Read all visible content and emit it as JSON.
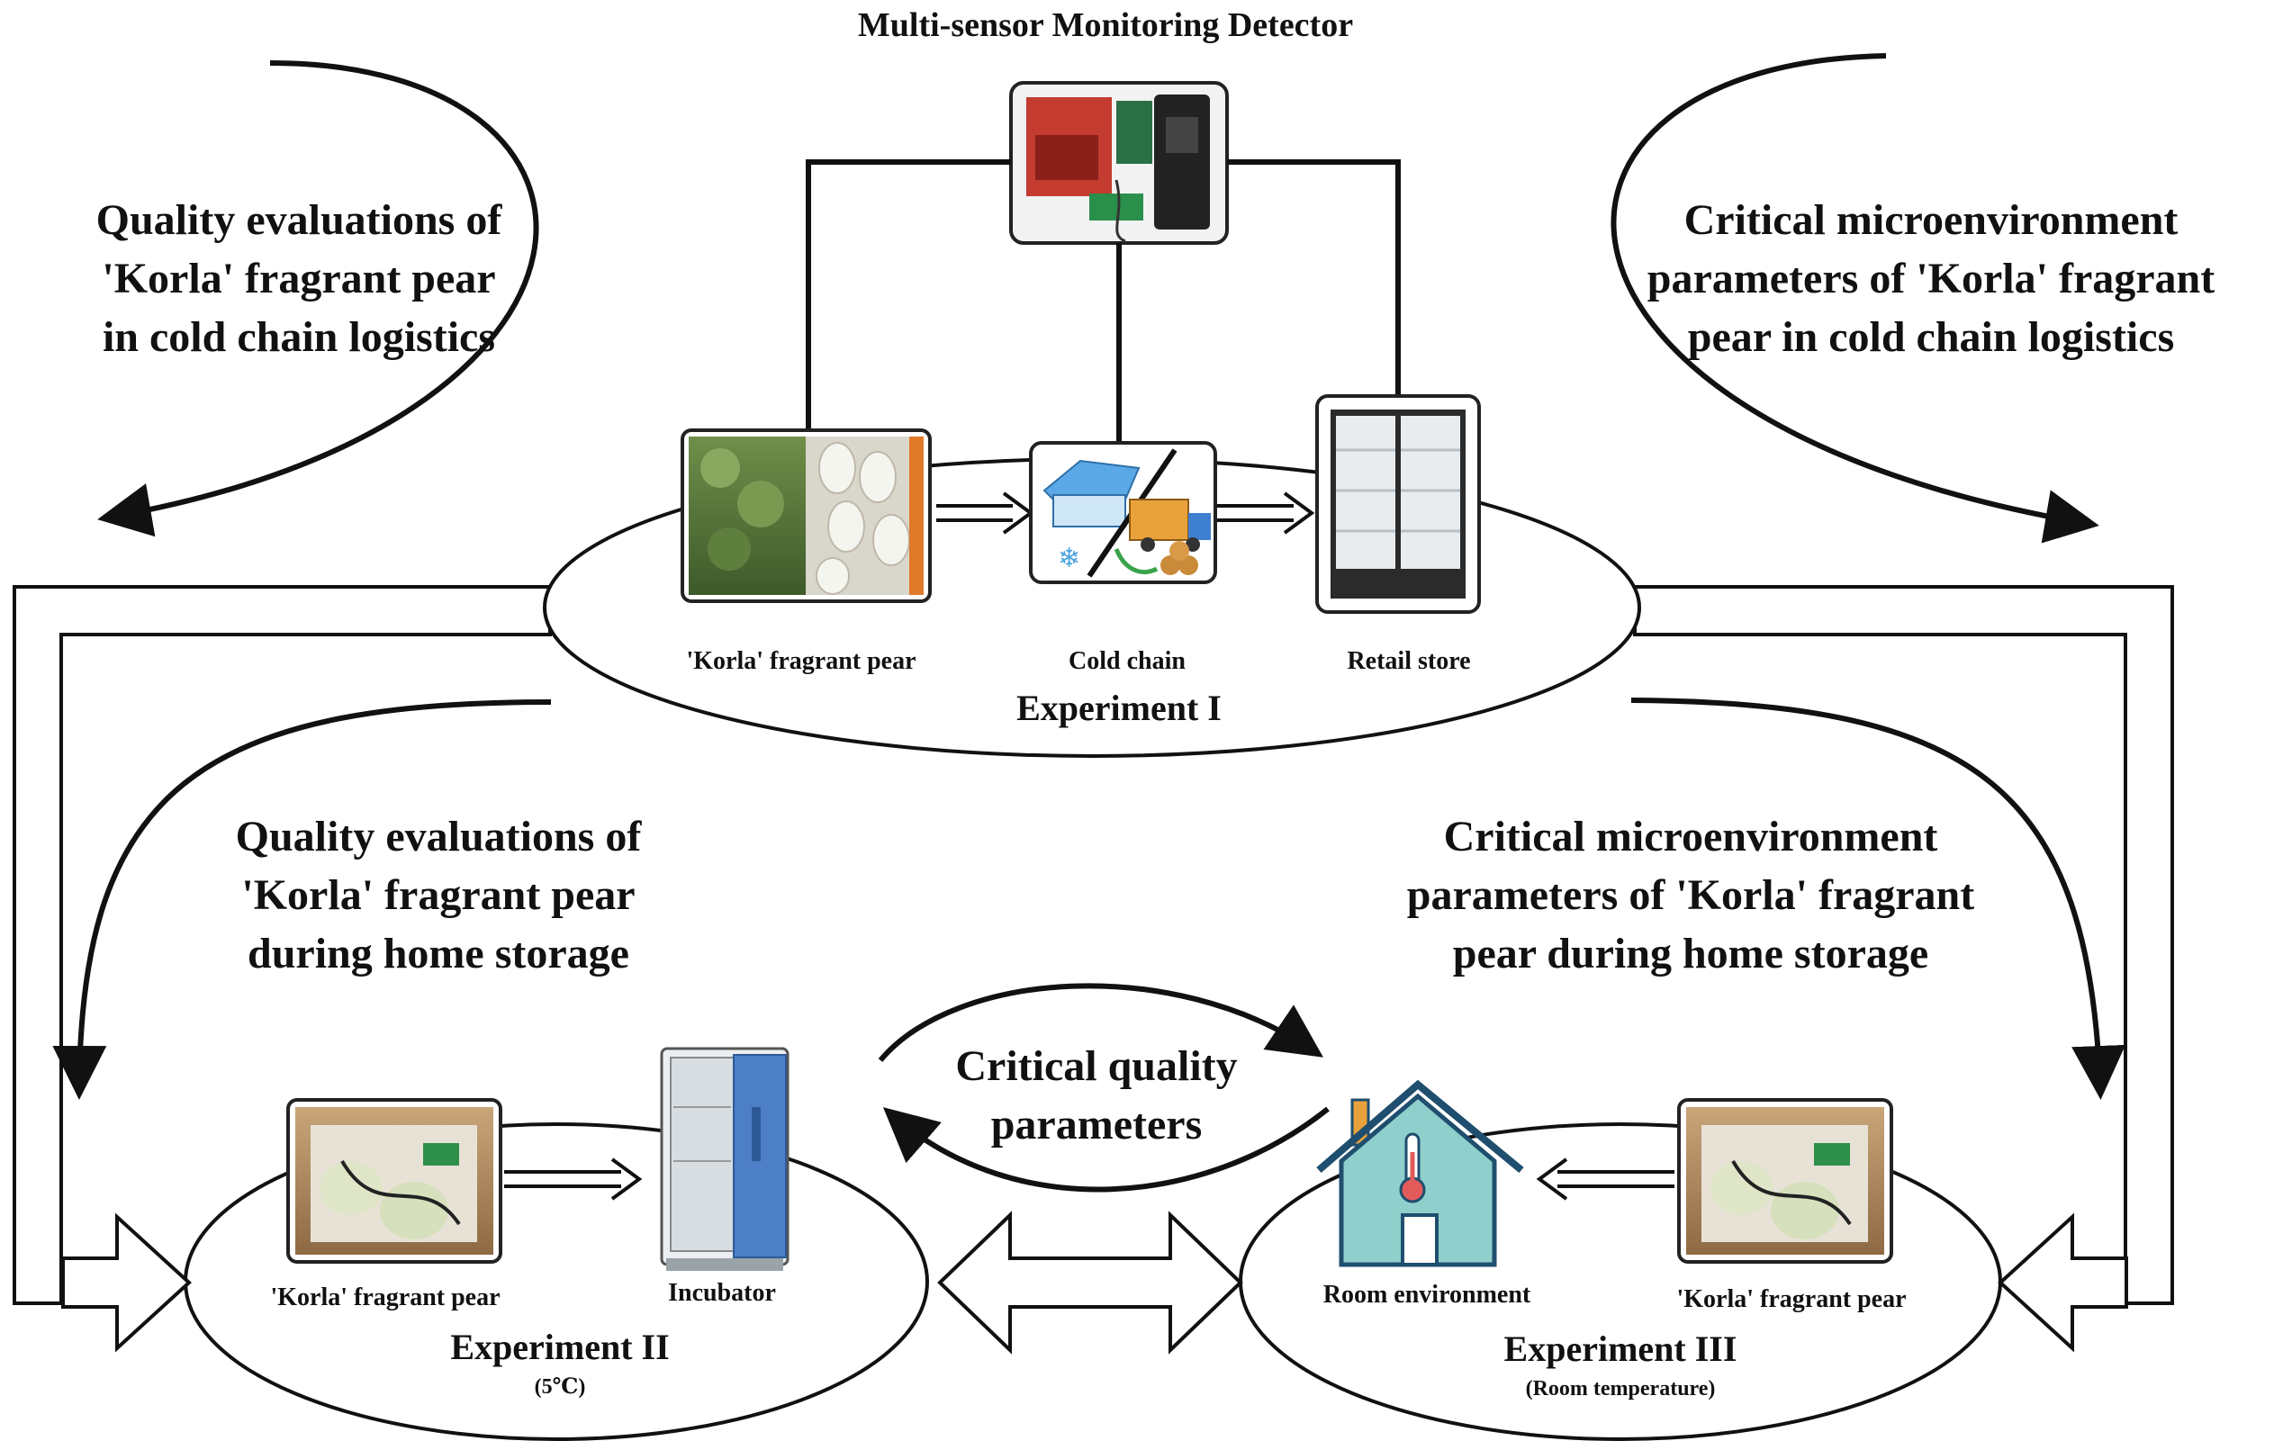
{
  "title": "Multi-sensor Monitoring Detector",
  "left_top_note": [
    "Quality evaluations of",
    "'Korla' fragrant pear",
    "in cold chain logistics"
  ],
  "right_top_note": [
    "Critical microenvironment",
    "parameters of 'Korla' fragrant",
    "pear in cold chain logistics"
  ],
  "left_mid_note": [
    "Quality evaluations of",
    "'Korla' fragrant pear",
    "during home storage"
  ],
  "right_mid_note": [
    "Critical microenvironment",
    "parameters of 'Korla' fragrant",
    "pear during home storage"
  ],
  "center_note": [
    "Critical quality",
    "parameters"
  ],
  "experiment1": {
    "title": "Experiment I",
    "items": [
      "'Korla' fragrant pear",
      "Cold chain",
      "Retail store"
    ]
  },
  "experiment2": {
    "title": "Experiment II",
    "subtitle": "(5℃)",
    "items": [
      "'Korla' fragrant pear",
      "Incubator"
    ]
  },
  "experiment3": {
    "title": "Experiment III",
    "subtitle": "(Room temperature)",
    "items": [
      "Room environment",
      "'Korla' fragrant pear"
    ]
  },
  "colors": {
    "house_fill": "#8fd0cc",
    "house_stroke": "#1f4e6e",
    "incubator_door": "#4d7fc7",
    "cold_chain_blue": "#5aa9e6",
    "truck_orange": "#e9a23b"
  }
}
